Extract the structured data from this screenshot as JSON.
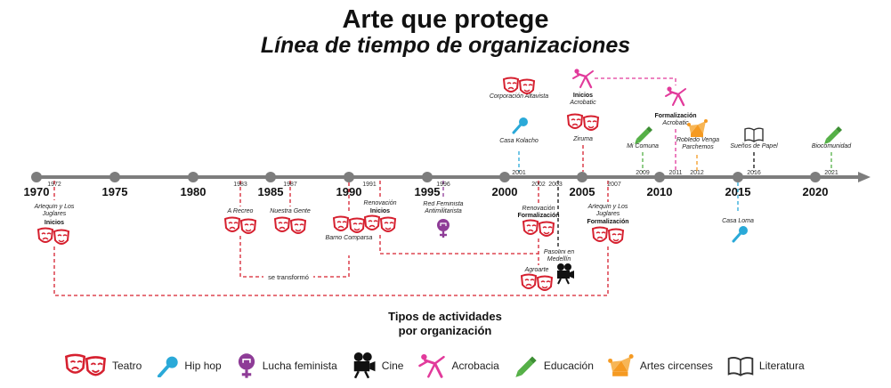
{
  "title": "Arte que protege",
  "subtitle": "Línea de tiempo de organizaciones",
  "axis_years": [
    "1970",
    "1975",
    "1980",
    "1985",
    "1990",
    "1995",
    "2000",
    "2005",
    "2010",
    "2015",
    "2020"
  ],
  "events": [
    {
      "year": "1972",
      "name": "Arlequín y Los Juglares",
      "stage": "Inicios",
      "type": "teatro"
    },
    {
      "year": "1983",
      "name": "A Recreo",
      "stage": "",
      "type": "teatro"
    },
    {
      "year": "1987",
      "name": "Nuestra Gente",
      "stage": "",
      "type": "teatro"
    },
    {
      "year": "1990",
      "name": "Barrio Comparsa",
      "stage": "",
      "type": "teatro"
    },
    {
      "year": "1991",
      "name": "Renovación",
      "stage": "Inicios",
      "type": "teatro"
    },
    {
      "year": "1996",
      "name": "Red Feminista Antimilitarista",
      "stage": "",
      "type": "lucha feminista"
    },
    {
      "year": "2001",
      "name": "Casa Kolacho",
      "stage": "",
      "type": "hip hop"
    },
    {
      "year": "2001",
      "name": "Corporación Altavista",
      "stage": "",
      "type": "teatro"
    },
    {
      "year": "2002",
      "name": "Renovación",
      "stage": "Formalización",
      "type": "teatro"
    },
    {
      "year": "2002",
      "name": "Agroarte",
      "stage": "",
      "type": "teatro"
    },
    {
      "year": "2003",
      "name": "Pasolini en Medellín",
      "stage": "",
      "type": "cine"
    },
    {
      "year": "2005",
      "name": "Acrobatic",
      "stage": "Inicios",
      "type": "acrobacia"
    },
    {
      "year": "2005",
      "name": "Ziruma",
      "stage": "",
      "type": "teatro"
    },
    {
      "year": "2007",
      "name": "Arlequín y Los Juglares",
      "stage": "Formalización",
      "type": "teatro"
    },
    {
      "year": "2009",
      "name": "Mi Comuna",
      "stage": "",
      "type": "educación"
    },
    {
      "year": "2011",
      "name": "Acrobatic",
      "stage": "Formalización",
      "type": "acrobacia"
    },
    {
      "year": "2012",
      "name": "Robledo Venga Parchemos",
      "stage": "",
      "type": "artes circenses"
    },
    {
      "year": "2015",
      "name": "Casa Loma",
      "stage": "",
      "type": "hip hop"
    },
    {
      "year": "2016",
      "name": "Sueños de Papel",
      "stage": "",
      "type": "literatura"
    },
    {
      "year": "2021",
      "name": "Biocomunidad",
      "stage": "",
      "type": "educación"
    }
  ],
  "transform_label": "se transformó",
  "legend": {
    "title_line1": "Tipos de actividades",
    "title_line2": "por organización",
    "items": [
      {
        "label": "Teatro",
        "icon": "theater-masks-icon"
      },
      {
        "label": "Hip hop",
        "icon": "microphone-icon"
      },
      {
        "label": "Lucha feminista",
        "icon": "feminist-fist-icon"
      },
      {
        "label": "Cine",
        "icon": "film-camera-icon"
      },
      {
        "label": "Acrobacia",
        "icon": "acrobat-icon"
      },
      {
        "label": "Educación",
        "icon": "crayon-icon"
      },
      {
        "label": "Artes circenses",
        "icon": "jester-hat-icon"
      },
      {
        "label": "Literatura",
        "icon": "open-book-icon"
      }
    ]
  },
  "colors": {
    "axis": "#7d7d7d",
    "teatro": "#d6202f",
    "hiphop": "#2aa9d8",
    "feminista": "#8e3c97",
    "cine": "#111111",
    "acrobacia": "#e23a9b",
    "educacion": "#55b047",
    "circo": "#f59a22",
    "literatura": "#333333"
  }
}
